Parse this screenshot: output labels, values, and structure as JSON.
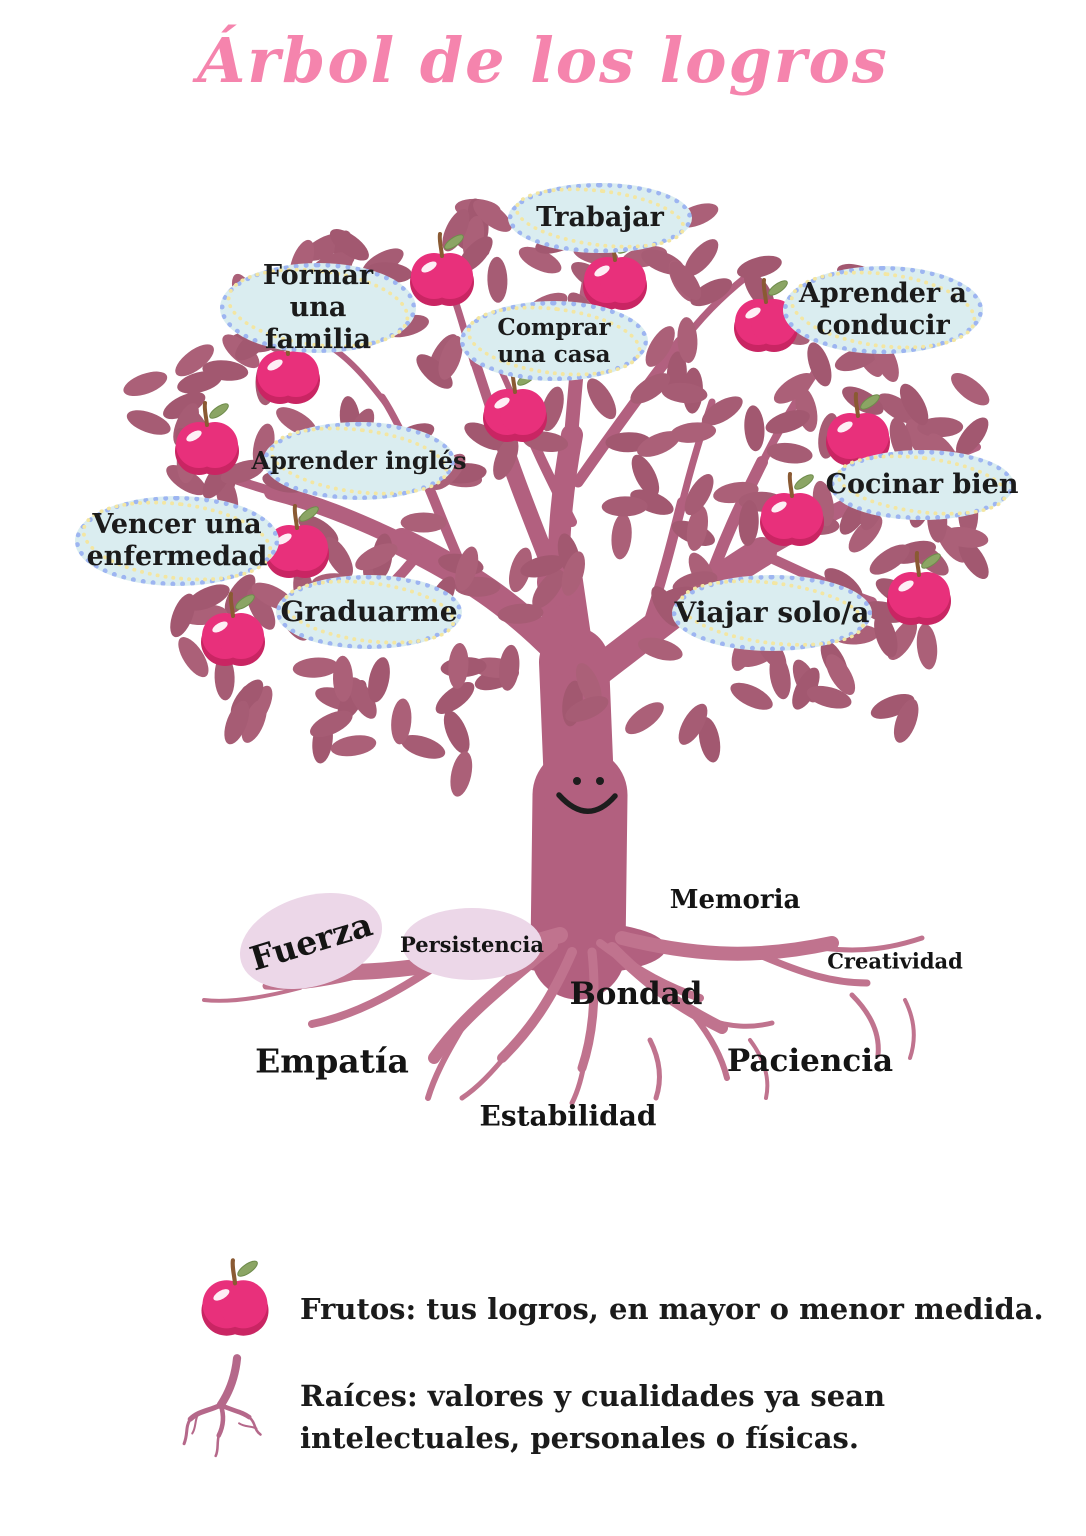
{
  "title": "Árbol de los logros",
  "achievements": [
    {
      "label": "Trabajar"
    },
    {
      "label": "Formar una familia"
    },
    {
      "label": "Comprar una casa"
    },
    {
      "label": "Aprender a conducir"
    },
    {
      "label": "Aprender inglés"
    },
    {
      "label": "Vencer una enfermedad"
    },
    {
      "label": "Cocinar bien"
    },
    {
      "label": "Graduarme"
    },
    {
      "label": "Viajar solo/a"
    }
  ],
  "root_values": {
    "ovals": [
      {
        "label": "Fuerza"
      },
      {
        "label": "Persistencia"
      }
    ],
    "plain": [
      {
        "label": "Memoria"
      },
      {
        "label": "Creatividad"
      },
      {
        "label": "Bondad"
      },
      {
        "label": "Empatía"
      },
      {
        "label": "Paciencia"
      },
      {
        "label": "Estabilidad"
      }
    ]
  },
  "legend": {
    "fruits": {
      "icon": "apple-icon",
      "text": "Frutos: tus logros, en mayor o menor medida."
    },
    "roots": {
      "icon": "roots-icon",
      "text": "Raíces: valores y cualidades ya sean intelectuales, personales o físicas."
    }
  },
  "colors": {
    "title_pink": "#f584ad",
    "bubble_fill": "#daedf0",
    "dot_blue": "#9db5f1",
    "dot_yellow": "#f3e6a2",
    "foliage": "#a65c74",
    "trunk": "#b2607f",
    "roots": "#c0738e",
    "apple_main": "#e8307b",
    "apple_shadow": "#c92563",
    "apple_leaf": "#8ba564",
    "value_oval": "#ecd7e8"
  }
}
